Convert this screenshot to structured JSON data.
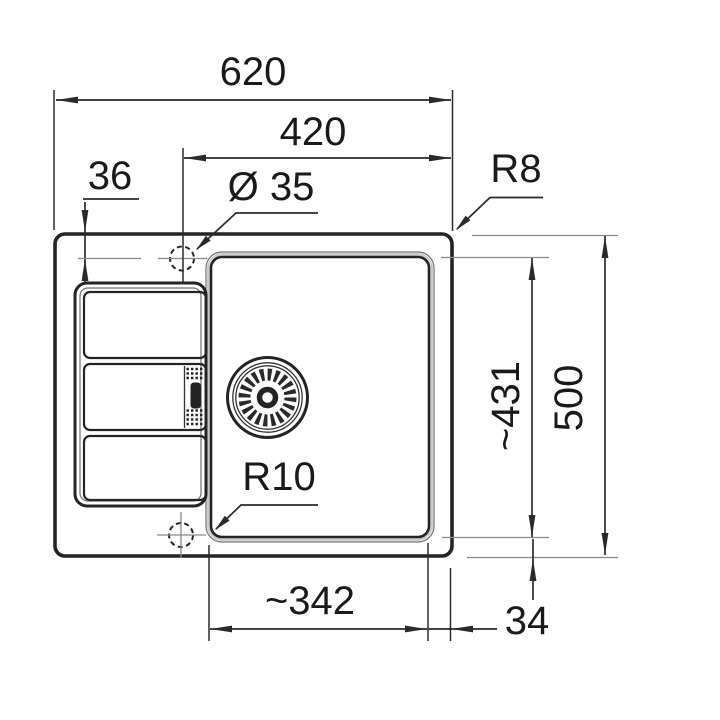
{
  "dimensions": {
    "overall_width": "620",
    "faucet_to_right_edge": "420",
    "faucet_offset_top": "36",
    "faucet_hole_diameter": "Ø 35",
    "outer_corner_radius": "R8",
    "bowl_depth": "~431",
    "overall_depth": "500",
    "bowl_corner_radius": "R10",
    "bowl_width": "~342",
    "bowl_edge_margin": "34"
  },
  "colors": {
    "line": "#242424",
    "dim": "#2a2a2a",
    "ref": "#8a8a8a",
    "band": "#cccccc",
    "text": "#1a1a1a",
    "background": "#ffffff"
  }
}
